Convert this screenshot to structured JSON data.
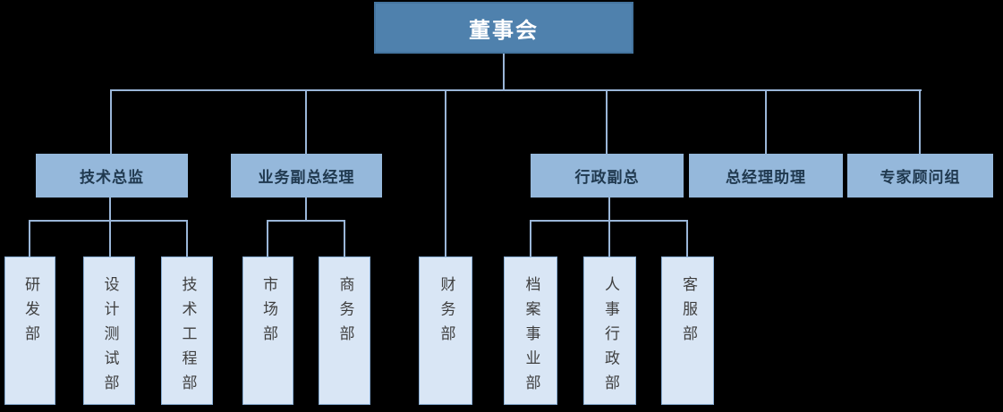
{
  "diagram": {
    "type": "org-chart",
    "root": {
      "label": "董事会"
    },
    "managers": [
      {
        "label": "技术总监"
      },
      {
        "label": "业务副总经理"
      },
      {
        "label": "行政副总"
      },
      {
        "label": "总经理助理"
      },
      {
        "label": "专家顾问组"
      }
    ],
    "departments": [
      {
        "label": "研发部",
        "parent": "技术总监"
      },
      {
        "label": "设计测试部",
        "parent": "技术总监"
      },
      {
        "label": "技术工程部",
        "parent": "技术总监"
      },
      {
        "label": "市场部",
        "parent": "业务副总经理"
      },
      {
        "label": "商务部",
        "parent": "业务副总经理"
      },
      {
        "label": "财务部",
        "parent": "董事会"
      },
      {
        "label": "档案事业部",
        "parent": "行政副总"
      },
      {
        "label": "人事行政部",
        "parent": "行政副总"
      },
      {
        "label": "客服部",
        "parent": "行政副总"
      }
    ],
    "colors": {
      "root_fill": "#4F81AD",
      "root_border": "#44749E",
      "root_text": "#FFFFFF",
      "manager_fill": "#95B8DB",
      "manager_text": "#20394F",
      "department_fill": "#D9E6F5",
      "department_border": "#8BB0D6",
      "department_text": "#3F3F3F",
      "connector": "#9AB6D8",
      "background": "#000000"
    }
  }
}
